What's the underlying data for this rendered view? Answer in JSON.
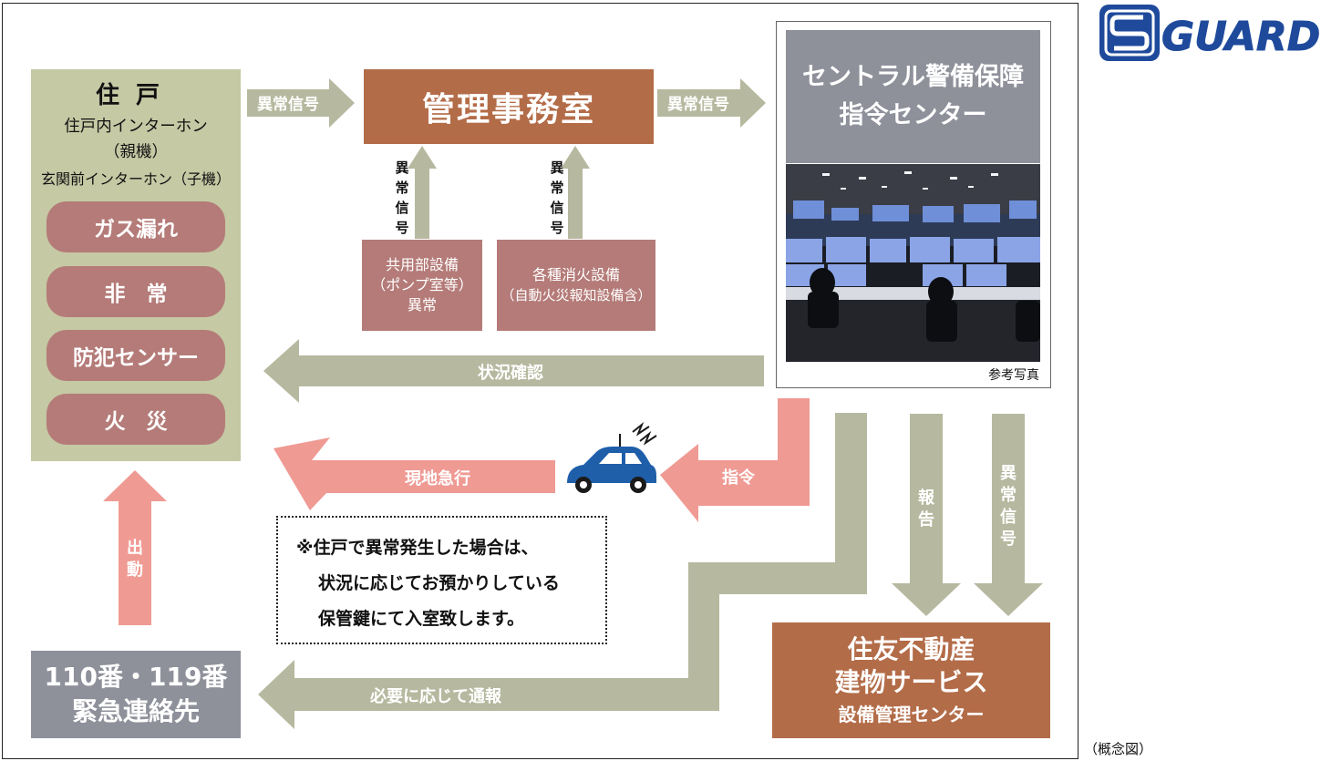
{
  "logo": {
    "text": "GUARD",
    "color": "#1f4a9c"
  },
  "residence": {
    "title": "住戸",
    "sub1": "住戸内インターホン",
    "sub2": "（親機）",
    "sub3": "玄関前インターホン（子機）",
    "items": [
      "ガス漏れ",
      "非　常",
      "防犯センサー",
      "火　災"
    ]
  },
  "office": {
    "title": "管理事務室"
  },
  "shared": {
    "line1": "共用部設備",
    "line2": "（ポンプ室等）",
    "line3": "異常"
  },
  "fire": {
    "line1": "各種消火設備",
    "line2": "（自動火災報知設備含）"
  },
  "central": {
    "line1": "セントラル警備保障",
    "line2": "指令センター",
    "photo_caption": "参考写真"
  },
  "sumitomo": {
    "line1": "住友不動産",
    "line2": "建物サービス",
    "line3": "設備管理センター"
  },
  "emergency": {
    "line1": "110番・119番",
    "line2": "緊急連絡先"
  },
  "note": {
    "line1": "※住戸で異常発生した場合は、",
    "line2": "状況に応じてお預かりしている",
    "line3": "保管鍵にて入室致します。"
  },
  "arrows": {
    "res_to_office": "異常信号",
    "office_to_center": "異常信号",
    "shared_to_office": "異常信号",
    "fire_to_office": "異常信号",
    "status_check": "状況確認",
    "rush": "現地急行",
    "command": "指令",
    "report": "報告",
    "anomaly_to_sumitomo": "異常信号",
    "notify": "必要に応じて通報",
    "dispatch": "出動"
  },
  "caption": "（概念図）",
  "colors": {
    "olive": "#c5c9a4",
    "pink": "#ef9a93",
    "brown": "#b36c48",
    "rose": "#b47b78",
    "gray": "#8e909a",
    "car": "#1f5faa"
  }
}
